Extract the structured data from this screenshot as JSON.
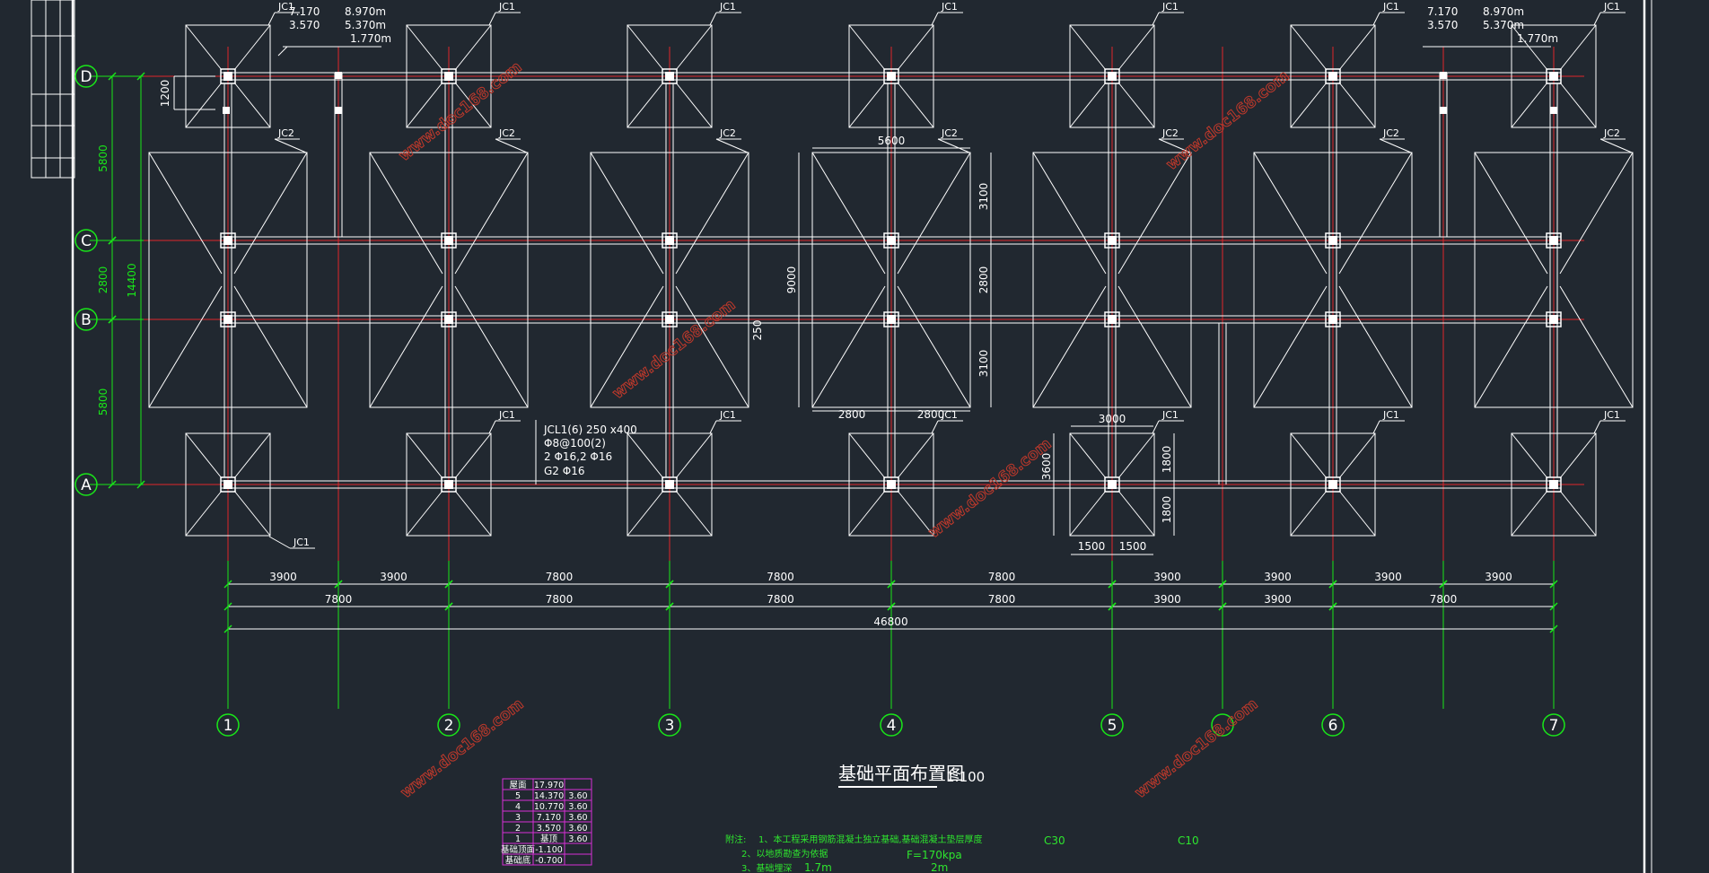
{
  "title": "基础平面布置图",
  "scale": "1:100",
  "colors": {
    "background": "#212830",
    "outline": "#ffffff",
    "axis_red": "#e0262a",
    "dimension_green": "#19e619",
    "watermark": "#c0392b",
    "table_magenta": "#d62fd6",
    "notes_green": "#2ee62e",
    "yellow_mark": "#e6e619"
  },
  "grid_axes": {
    "columns": [
      "1",
      "2",
      "3",
      "4",
      "5",
      "6",
      "7"
    ],
    "rows": [
      "A",
      "B",
      "C",
      "D"
    ]
  },
  "labels": {
    "jc1": "JC1",
    "jc2": "JC2"
  },
  "bottom_dims": {
    "row1": [
      "3900",
      "3900",
      "7800",
      "7800",
      "7800",
      "3900",
      "3900",
      "3900",
      "3900"
    ],
    "row2": [
      "7800",
      "7800",
      "7800",
      "7800",
      "3900",
      "3900",
      "7800"
    ],
    "total": "46800"
  },
  "left_dims": {
    "segments": [
      "1200",
      "5800",
      "2800",
      "5800"
    ],
    "total": "14400"
  },
  "detail_dims": {
    "jc2_width": "5600",
    "jc2_half_a": "2800",
    "jc2_half_b": "2800",
    "jc2_v1": "3100",
    "jc2_v2": "2800",
    "jc2_v3": "3100",
    "jc2_total": "9000",
    "beam_offset": "250",
    "jc1_width": "3000",
    "jc1_half_a": "1500",
    "jc1_half_b": "1500",
    "jc1_v1": "1800",
    "jc1_v2": "1800",
    "jc1_total": "3600"
  },
  "beam_callout": {
    "line1": "JCL1(6)      250 x400",
    "line2": "Φ8@100(2)",
    "line3": "2 Φ16,2 Φ16",
    "line4": "G2 Φ16"
  },
  "level_note_left": {
    "r1v": "7.170",
    "r1u": "8.970m",
    "r2v": "3.570",
    "r2u": "5.370m",
    "r3": "1.770m"
  },
  "level_note_right": {
    "r1v": "7.170",
    "r1u": "8.970m",
    "r2v": "3.570",
    "r2u": "5.370m",
    "r3": "1.770m"
  },
  "floor_table": {
    "rows": [
      [
        "屋面",
        "17.970",
        ""
      ],
      [
        "5",
        "14.370",
        "3.60"
      ],
      [
        "4",
        "10.770",
        "3.60"
      ],
      [
        "3",
        "7.170",
        "3.60"
      ],
      [
        "2",
        "3.570",
        "3.60"
      ],
      [
        "1",
        "基顶",
        "3.60"
      ],
      [
        "基础顶面",
        "-1.100",
        ""
      ],
      [
        "基础底",
        "-0.700",
        ""
      ]
    ]
  },
  "notes": {
    "head": "附注:",
    "n1": "1、本工程采用钢筋混凝土独立基础,基础混凝土垫层厚度",
    "n2": "2、以地质勘查为依据",
    "n3": "3、基础埋深",
    "conc1": "C30",
    "conc2": "C10",
    "fak": "F=170kpa",
    "depth": "1.7m",
    "depth2": "2m"
  },
  "watermarks": [
    "www.doc168.com",
    "www.doc168.com",
    "www.doc168.com",
    "www.doc168.com",
    "www.doc168.com",
    "www.doc168.com"
  ]
}
